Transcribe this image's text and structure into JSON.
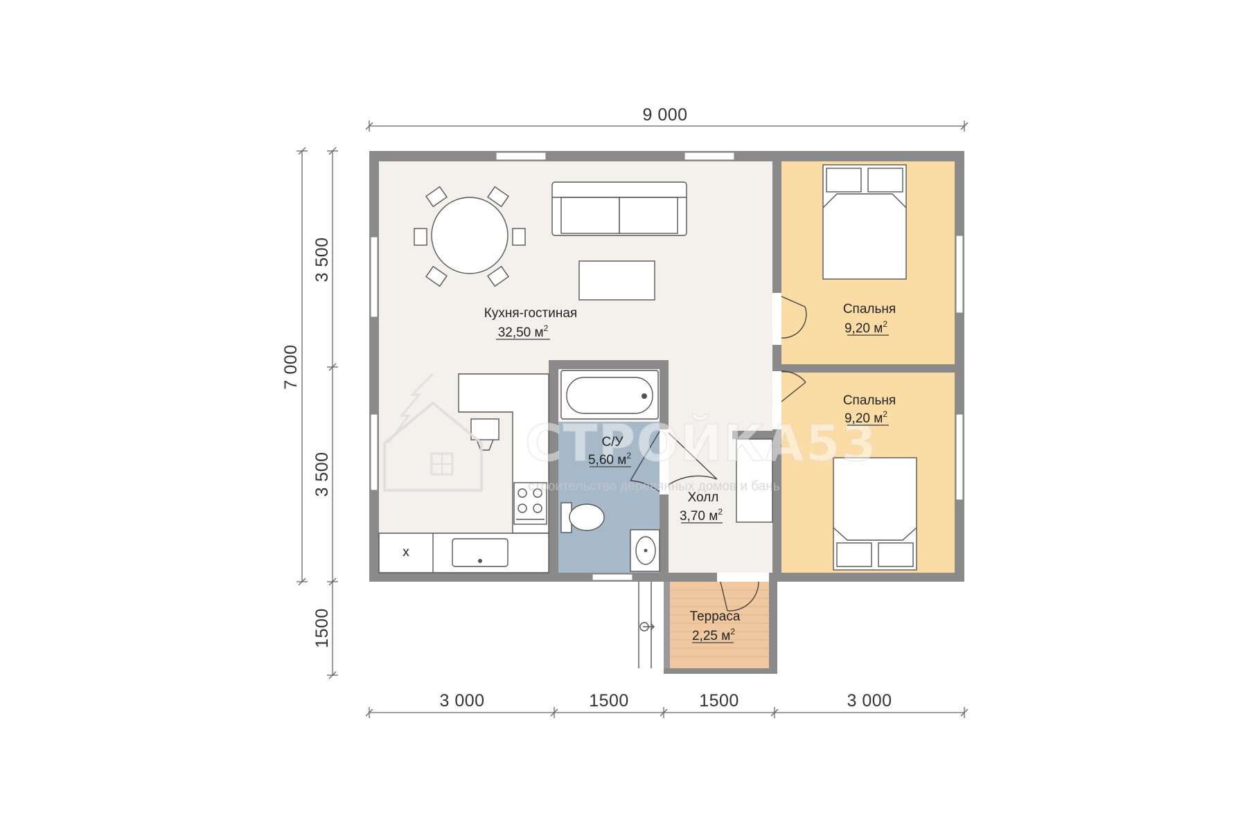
{
  "dimensions": {
    "top_total": "9 000",
    "left_total": "7 000",
    "left_upper": "3 500",
    "left_lower": "3 500",
    "left_terrace": "1500",
    "bottom": [
      "3 000",
      "1500",
      "1500",
      "3 000"
    ]
  },
  "rooms": {
    "kitchen": {
      "name": "Кухня-гостиная",
      "area": "32,50 м",
      "sup": "2"
    },
    "bedroom_top": {
      "name": "Спальня",
      "area": "9,20 м",
      "sup": "2"
    },
    "bedroom_bottom": {
      "name": "Спальня",
      "area": "9,20 м",
      "sup": "2"
    },
    "bathroom": {
      "name": "С/У",
      "area": "5,60 м",
      "sup": "2"
    },
    "hall": {
      "name": "Холл",
      "area": "3,70 м",
      "sup": "2"
    },
    "terrace": {
      "name": "Терраса",
      "area": "2,25 м",
      "sup": "2"
    }
  },
  "appliance_mark": "x",
  "watermark": {
    "title": "СТРОЙКА53",
    "subtitle": "строительство деревянных домов и бань"
  },
  "colors": {
    "wall": "#8a8a8a",
    "floor": "#f4f1ec",
    "bedroom": "#fbdca4",
    "bathroom": "#a6b9c9",
    "terrace": "#efc8a0"
  }
}
